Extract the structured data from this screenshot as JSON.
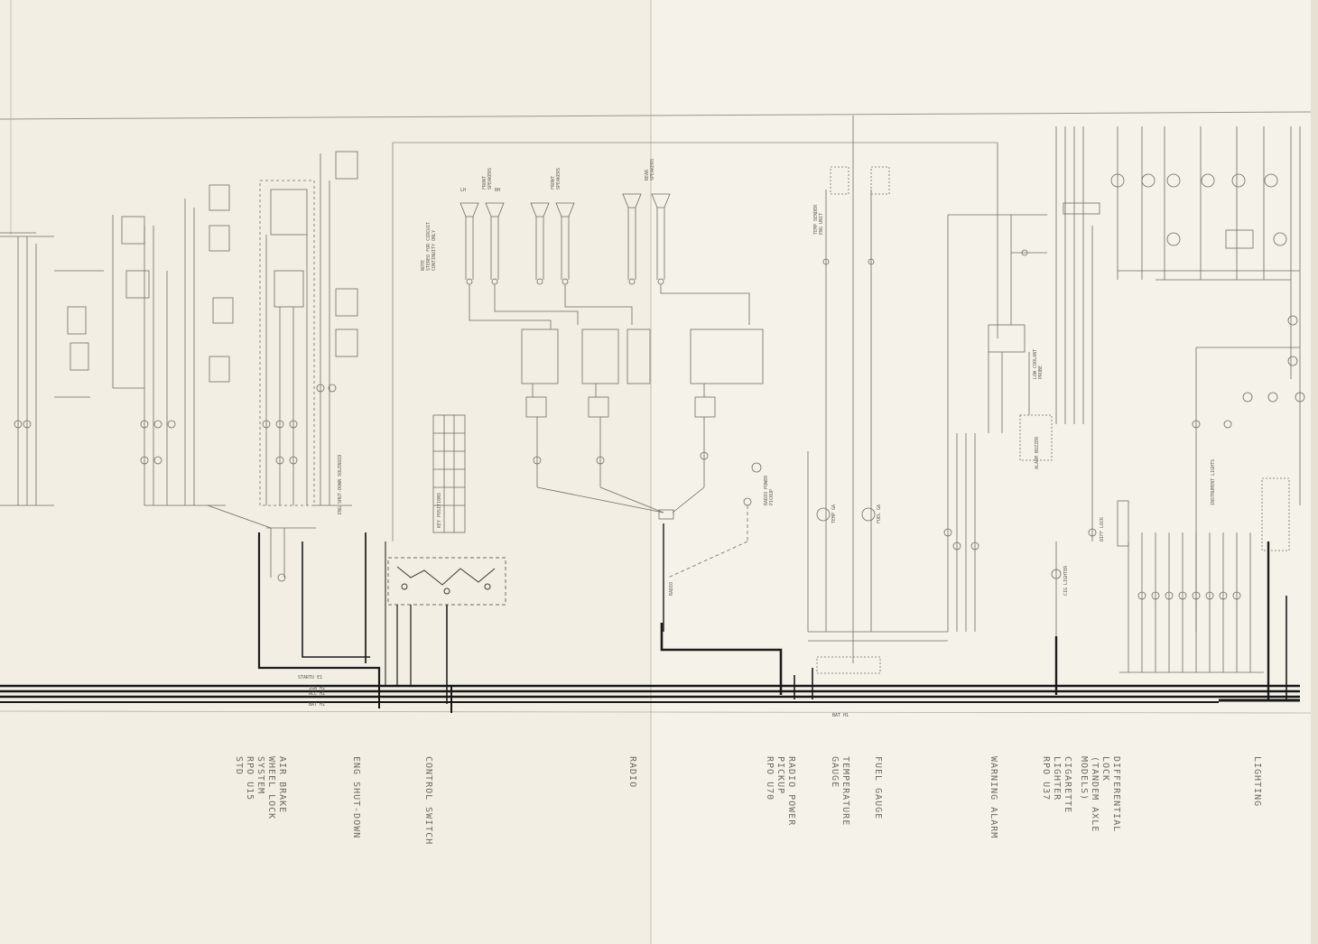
{
  "sections": [
    {
      "id": "air-brake",
      "text": "AIR BRAKE\nWHEEL LOCK\nSYSTEM\nRPO U15\nSTD"
    },
    {
      "id": "eng-shutdown",
      "text": "ENG SHUT-DOWN"
    },
    {
      "id": "control-switch",
      "text": "CONTROL SWITCH"
    },
    {
      "id": "radio",
      "text": "RADIO"
    },
    {
      "id": "radio-power-pickup",
      "text": "RADIO POWER\nPICKUP\nRPO U70"
    },
    {
      "id": "temperature-gauge",
      "text": "TEMPERATURE\nGAUGE"
    },
    {
      "id": "fuel-gauge",
      "text": "FUEL GAUGE"
    },
    {
      "id": "warning-alarm",
      "text": "WARNING ALARM"
    },
    {
      "id": "cigarette-lighter",
      "text": "CIGARETTE\nLIGHTER\nRPO U37"
    },
    {
      "id": "differential-lock",
      "text": "DIFFERENTIAL\nLOCK\n(TANDEM AXLE\nMODELS)"
    },
    {
      "id": "lighting",
      "text": "LIGHTING"
    }
  ],
  "diagram_text": {
    "note": "NOTE\nSTEREO FOR CIRCUIT\nCONTINUITY ONLY",
    "front_speakers": "FRONT\nSPEAKERS",
    "rear_speakers": "REAR\nSPEAKERS",
    "key_positions": "KEY POSITIONS",
    "radio": "RADIO",
    "radio_power_pickup": "RADIO POWER\nPICKUP",
    "temp_gauge": "TEMP GA",
    "fuel_gauge": "FUEL GA",
    "temp_sender": "TEMP SENDER\nENG UNIT",
    "low_coolant": "LOW COOLANT\nPROBE",
    "alarm_buzzer": "ALARM BUZZER",
    "cig_lighter": "CIG LIGHTER",
    "diff_lock": "DIFF LOCK",
    "instrument_lights": "INSTRUMENT LIGHTS",
    "eng_shutdown_solenoid": "ENG SHUT-DOWN SOLENOID",
    "lh": "LH",
    "rh": "RH"
  },
  "bus_labels": [
    "STARTU E1",
    "IGN H1",
    "ACC H1",
    "BAT H1",
    "BAT H1"
  ],
  "colors": {
    "paper": "#f3efe4",
    "ink": "#1c1c1c",
    "faint": "#8a867c",
    "fold": "#ece8dc"
  }
}
